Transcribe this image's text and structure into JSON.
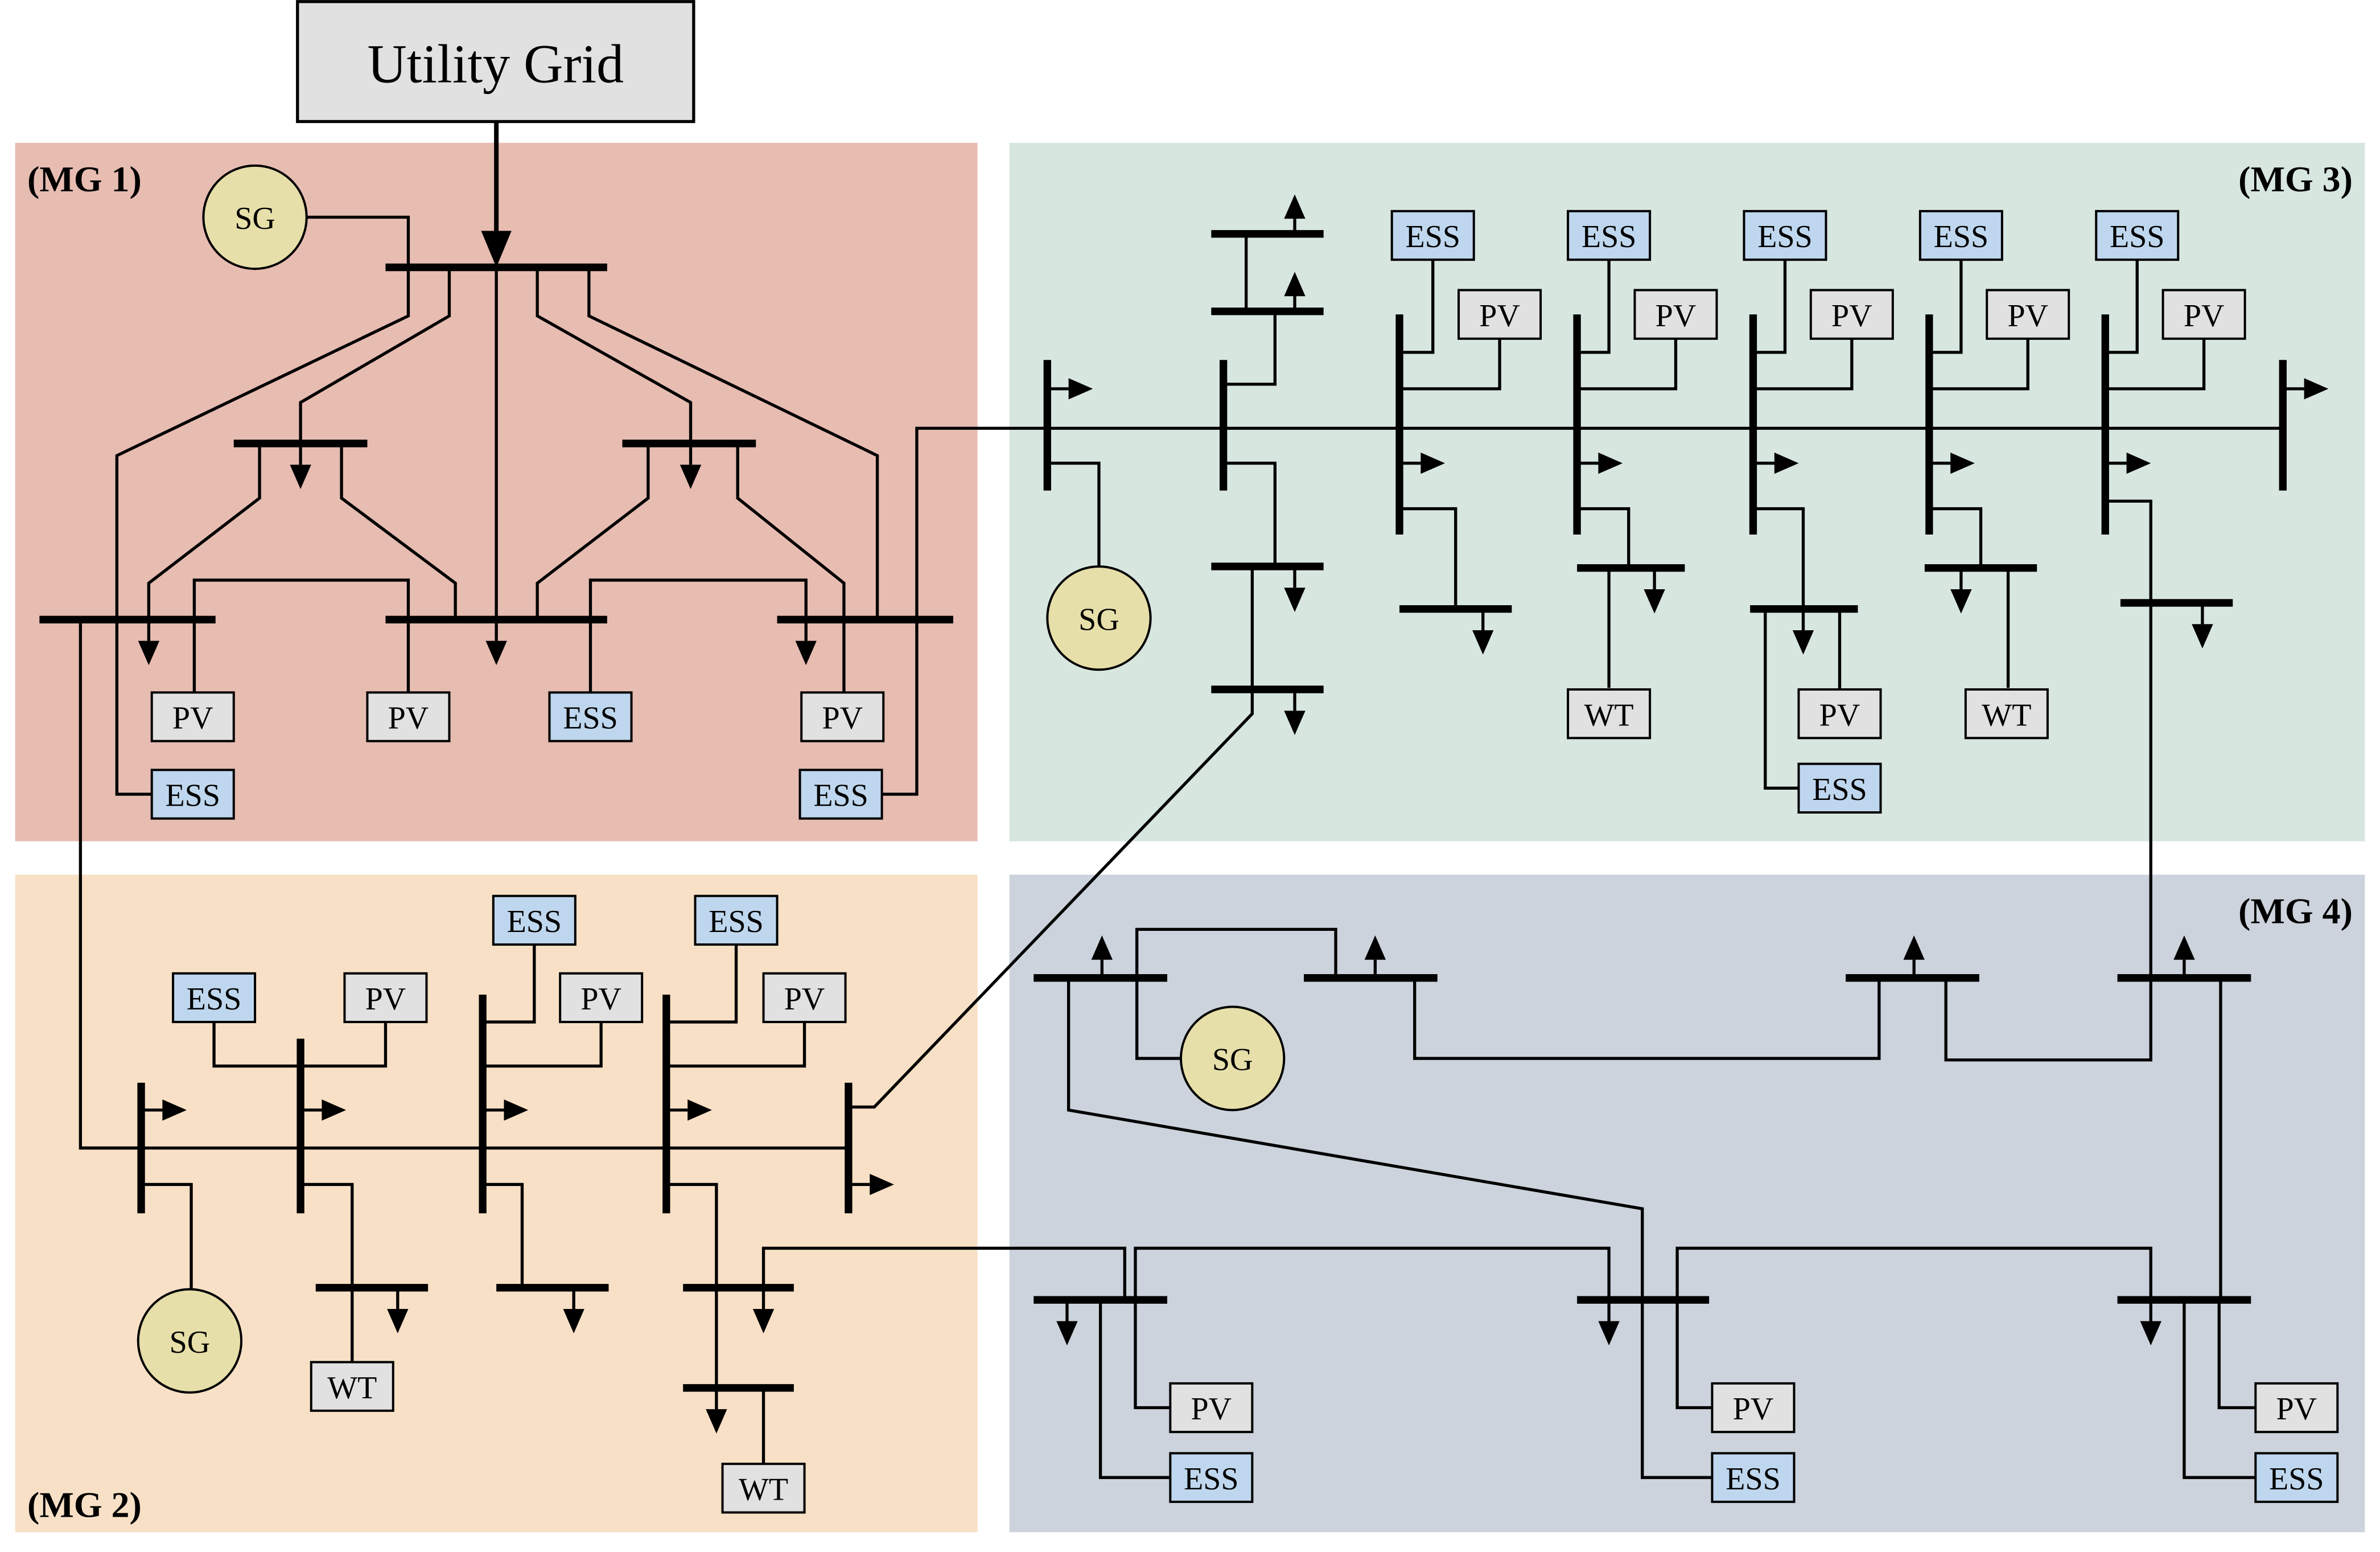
{
  "utility_grid": {
    "label": "Utility Grid"
  },
  "microgrids": {
    "mg1": {
      "label": "(MG 1)"
    },
    "mg2": {
      "label": "(MG 2)"
    },
    "mg3": {
      "label": "(MG 3)"
    },
    "mg4": {
      "label": "(MG 4)"
    }
  },
  "component_labels": {
    "sg": "SG",
    "pv": "PV",
    "ess": "ESS",
    "wt": "WT"
  },
  "colors": {
    "mg1_fill": "#e7bcb1",
    "mg2_fill": "#f8e0c6",
    "mg3_fill": "#d8e6e0",
    "mg4_fill": "#ccd3dc",
    "sg_fill": "#e7dfa9",
    "pv_fill": "#e1e1e1",
    "ess_fill": "#bfd7ee",
    "wt_fill": "#e1e1e1",
    "utility_fill": "#e1e1e1",
    "line": "#000000"
  }
}
